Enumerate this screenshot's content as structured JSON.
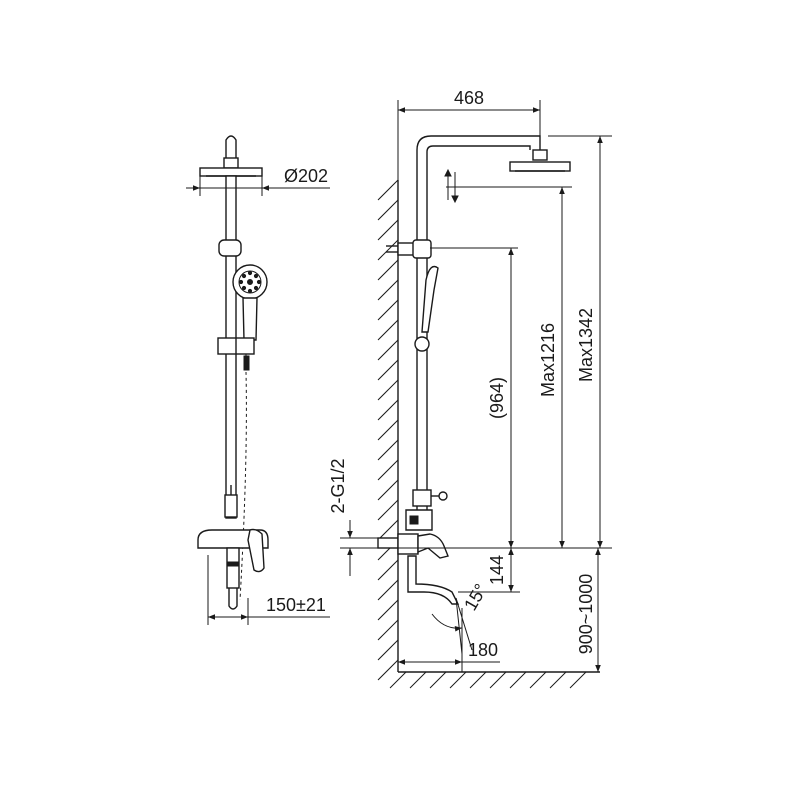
{
  "dimensions": {
    "head_diameter": "Ø202",
    "spout_offset": "150±21",
    "arm_reach": "468",
    "rail_height": "(964)",
    "max_head_height_1": "Max1216",
    "max_head_height_2": "Max1342",
    "connection": "2-G1/2",
    "spout_height": "144",
    "spout_angle": "15°",
    "spout_projection": "180",
    "install_height": "900~1000"
  }
}
